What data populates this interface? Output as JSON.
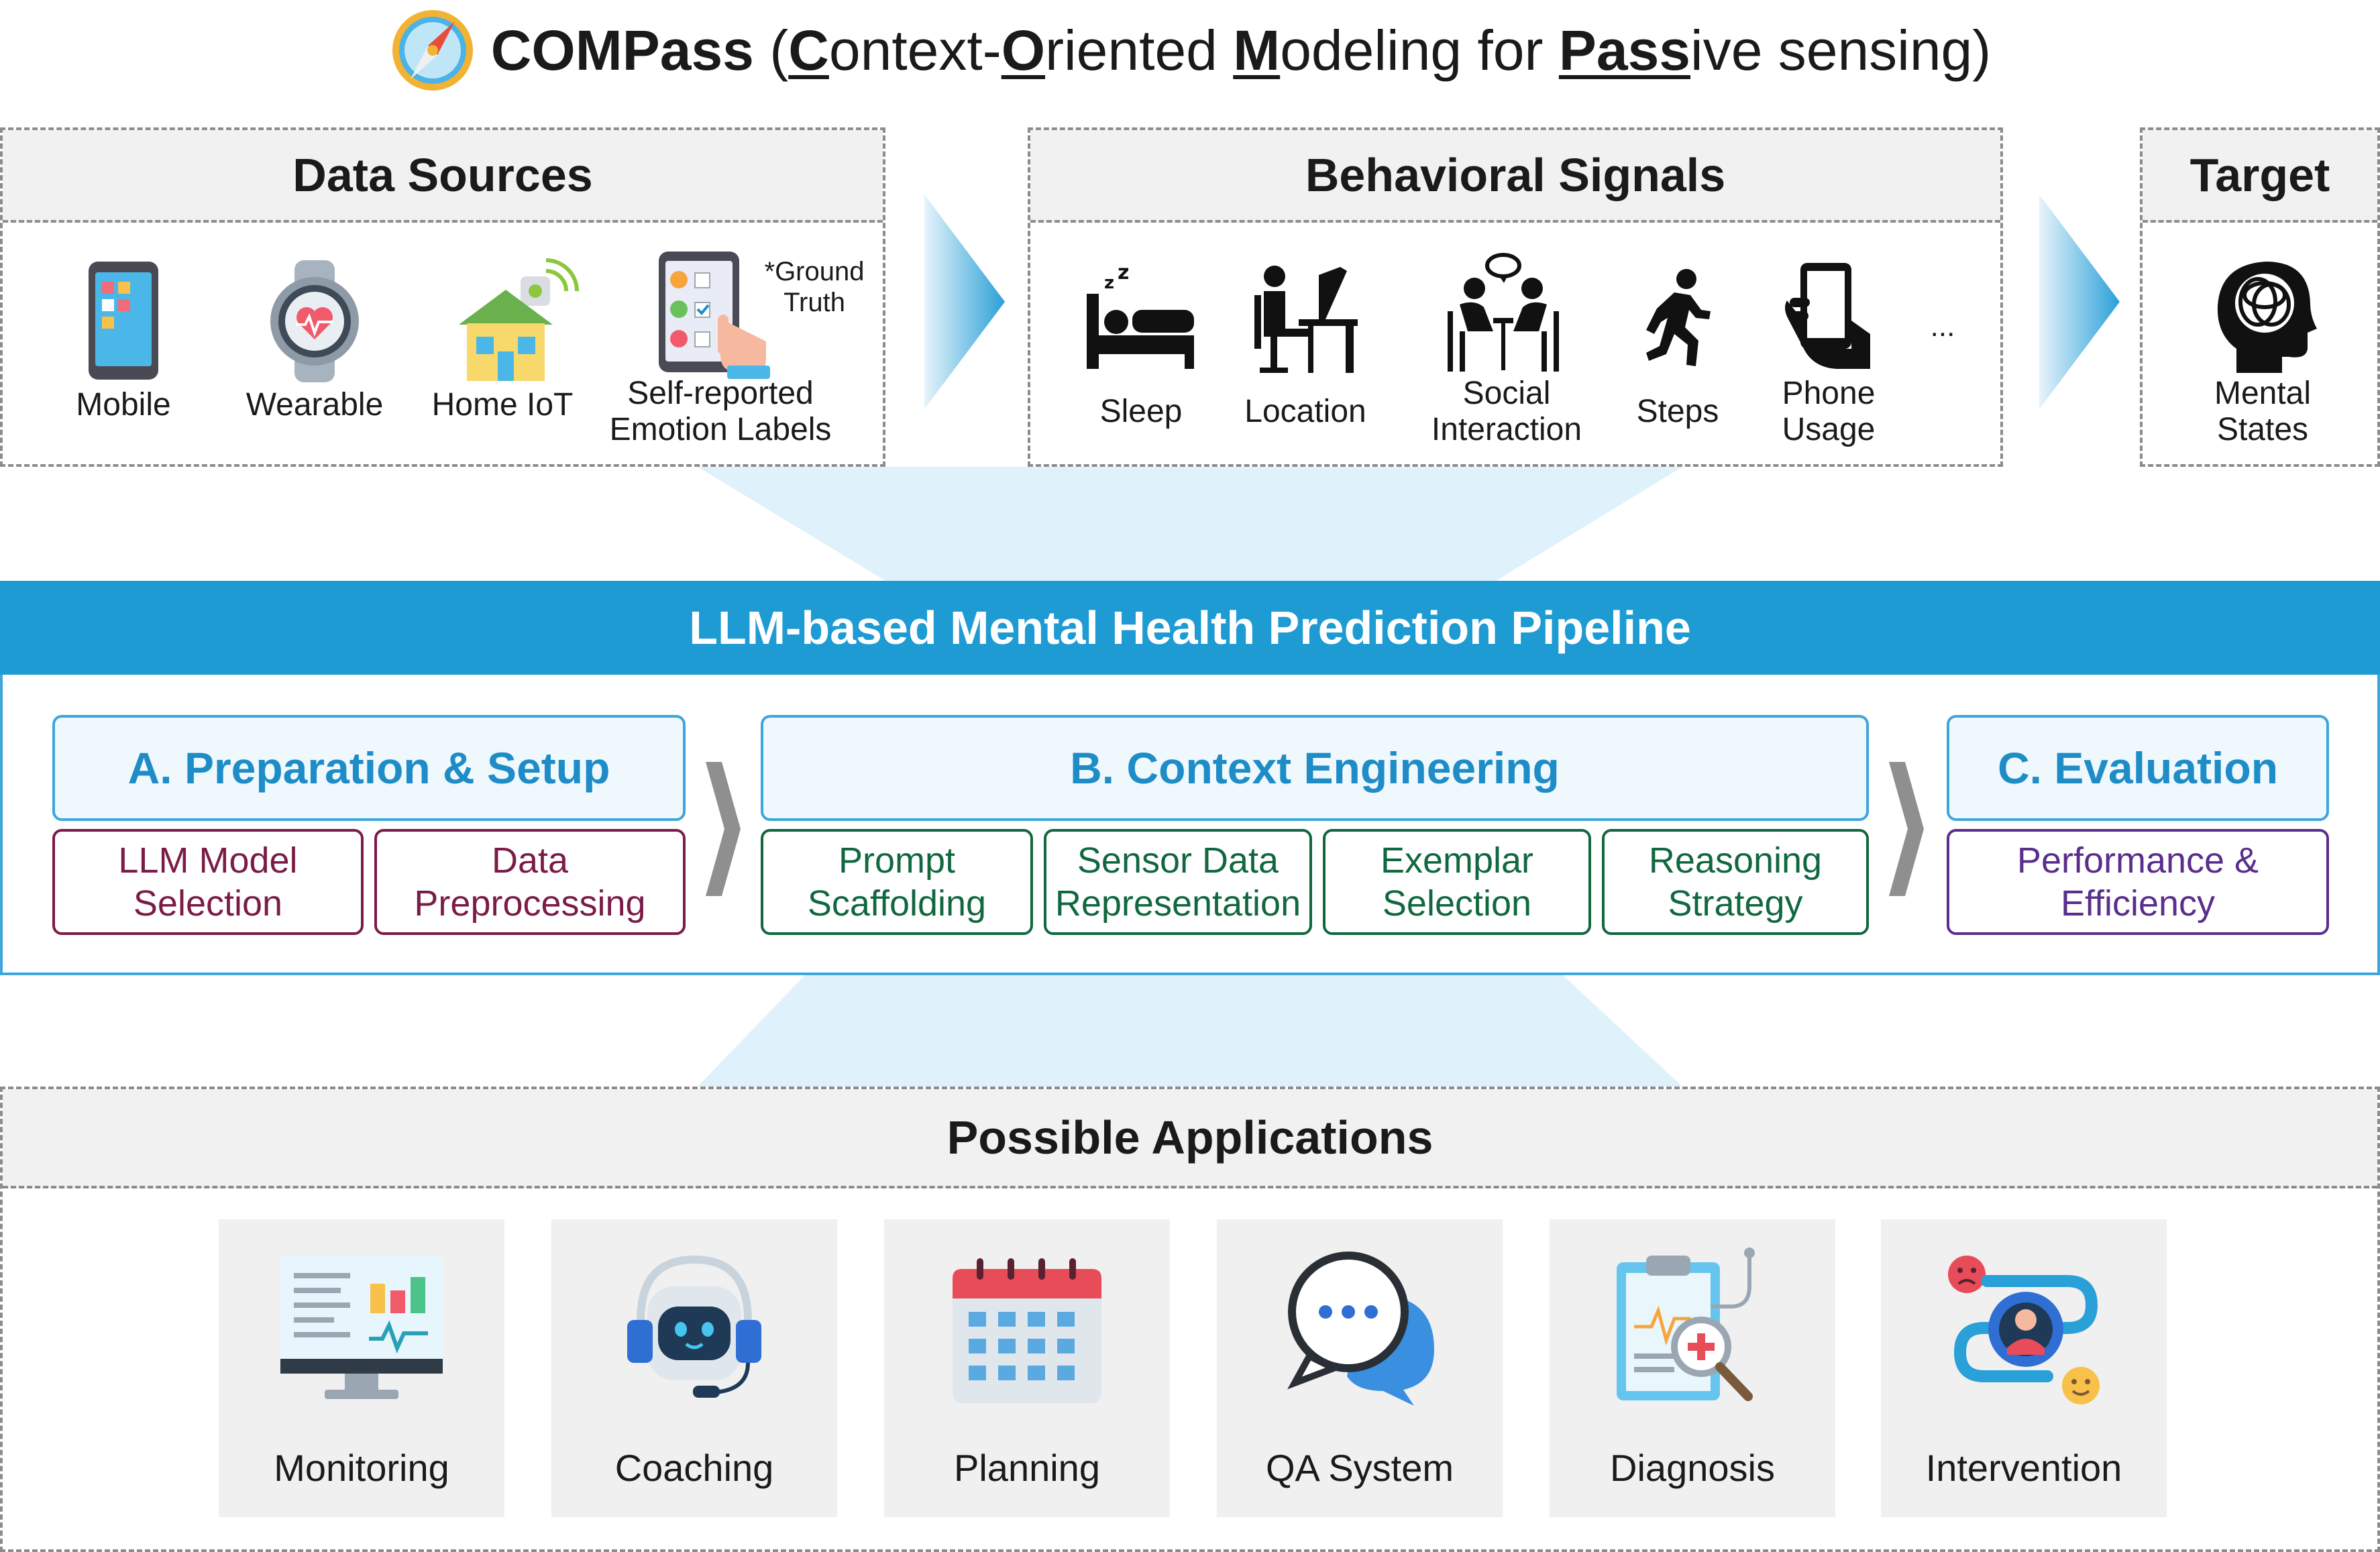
{
  "title": {
    "brand": "COMPass",
    "paren_open": " (",
    "w1_under": "C",
    "w1_rest": "ontext-",
    "w2_under": "O",
    "w2_rest": "riented ",
    "w3_under": "M",
    "w3_rest": "odeling for ",
    "w4_under": "Pass",
    "w4_rest": "ive sensing)"
  },
  "data_sources": {
    "heading": "Data Sources",
    "items": [
      {
        "label": "Mobile",
        "icon": "smartphone-icon"
      },
      {
        "label": "Wearable",
        "icon": "smartwatch-icon"
      },
      {
        "label": "Home IoT",
        "icon": "smart-home-icon"
      },
      {
        "label_line1": "Self-reported",
        "label_line2": "Emotion Labels",
        "icon": "emotion-survey-icon"
      }
    ],
    "note_line1": "*Ground",
    "note_line2": "Truth"
  },
  "behavioral_signals": {
    "heading": "Behavioral Signals",
    "items": [
      {
        "label": "Sleep",
        "icon": "bed-icon"
      },
      {
        "label": "Location",
        "icon": "desk-icon"
      },
      {
        "label_line1": "Social",
        "label_line2": "Interaction",
        "icon": "conversation-icon"
      },
      {
        "label": "Steps",
        "icon": "running-icon"
      },
      {
        "label_line1": "Phone",
        "label_line2": "Usage",
        "icon": "phone-hand-icon"
      }
    ],
    "ellipsis": "..."
  },
  "target": {
    "heading": "Target",
    "label_line1": "Mental",
    "label_line2": "States",
    "icon": "head-brain-icon"
  },
  "pipeline": {
    "title": "LLM-based Mental Health Prediction Pipeline",
    "stage_a": {
      "title": "A. Preparation & Setup",
      "subs": [
        {
          "line1": "LLM Model",
          "line2": "Selection"
        },
        {
          "line1": "Data",
          "line2": "Preprocessing"
        }
      ]
    },
    "stage_b": {
      "title": "B. Context Engineering",
      "subs": [
        {
          "line1": "Prompt",
          "line2": "Scaffolding"
        },
        {
          "line1": "Sensor Data",
          "line2": "Representation"
        },
        {
          "line1": "Exemplar",
          "line2": "Selection"
        },
        {
          "line1": "Reasoning",
          "line2": "Strategy"
        }
      ]
    },
    "stage_c": {
      "title": "C. Evaluation",
      "subs": [
        {
          "line1": "Performance &",
          "line2": "Efficiency"
        }
      ]
    }
  },
  "applications": {
    "heading": "Possible Applications",
    "items": [
      {
        "label": "Monitoring",
        "icon": "monitor-dashboard-icon"
      },
      {
        "label": "Coaching",
        "icon": "robot-headset-icon"
      },
      {
        "label": "Planning",
        "icon": "calendar-icon"
      },
      {
        "label": "QA System",
        "icon": "chat-bubbles-icon"
      },
      {
        "label": "Diagnosis",
        "icon": "clipboard-stethoscope-icon"
      },
      {
        "label": "Intervention",
        "icon": "mood-cycle-icon"
      }
    ]
  },
  "colors": {
    "pipeline_blue": "#1e9bd3",
    "stage_a_text": "#7a1c47",
    "stage_b_text": "#11683f",
    "stage_c_text": "#5a2e8c"
  }
}
